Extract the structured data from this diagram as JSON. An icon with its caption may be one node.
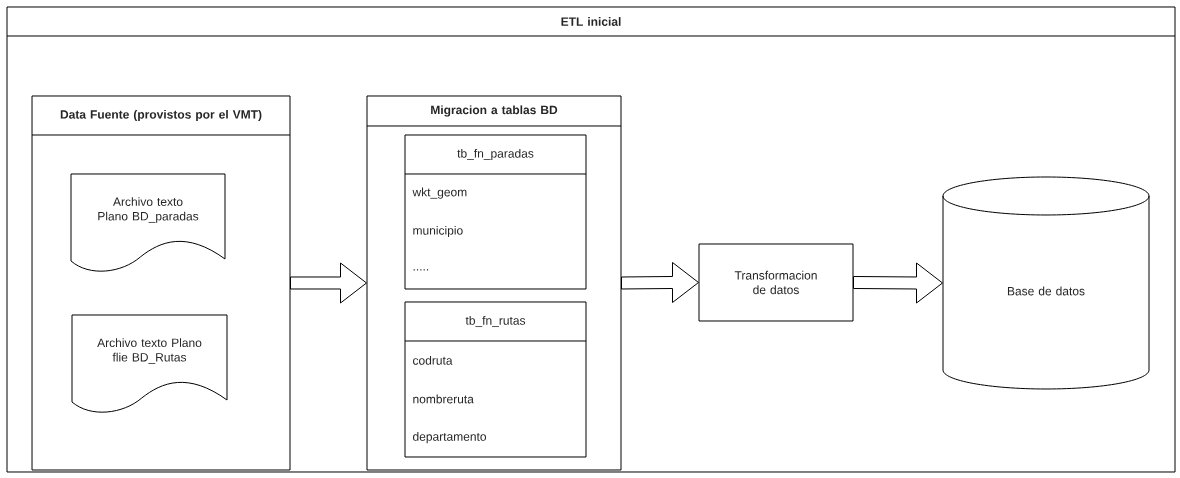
{
  "diagram": {
    "nodes": [
      {
        "text": [
          "ETL inicial"
        ]
      },
      {
        "text": [
          "Data Fuente (provistos por el VMT)"
        ],
        "in": 0
      },
      {
        "text": [
          "Archivo texto Plano BD_paradas"
        ],
        "in": 1
      },
      {
        "text": [
          "Archivo texto Plano flie BD_Rutas"
        ],
        "in": 1
      },
      {
        "text": [
          "Migracion a tablas BD"
        ],
        "in": 0
      },
      {
        "text": [
          "tb_fn_paradas",
          "wkt_geom",
          "municipio",
          "....."
        ],
        "in": 4
      },
      {
        "text": [
          "tb_fn_rutas",
          "codruta",
          "nombreruta",
          "departamento"
        ],
        "in": 4
      },
      {
        "text": [
          "Transformacion de datos"
        ],
        "in": 0
      },
      {
        "text": [
          "Base de datos"
        ],
        "in": 0
      }
    ],
    "edges": [
      {
        "from": 1,
        "to": 4,
        "arrow": "to"
      },
      {
        "from": 4,
        "to": 7,
        "arrow": "to"
      },
      {
        "from": 7,
        "to": 8,
        "arrow": "to"
      }
    ]
  }
}
